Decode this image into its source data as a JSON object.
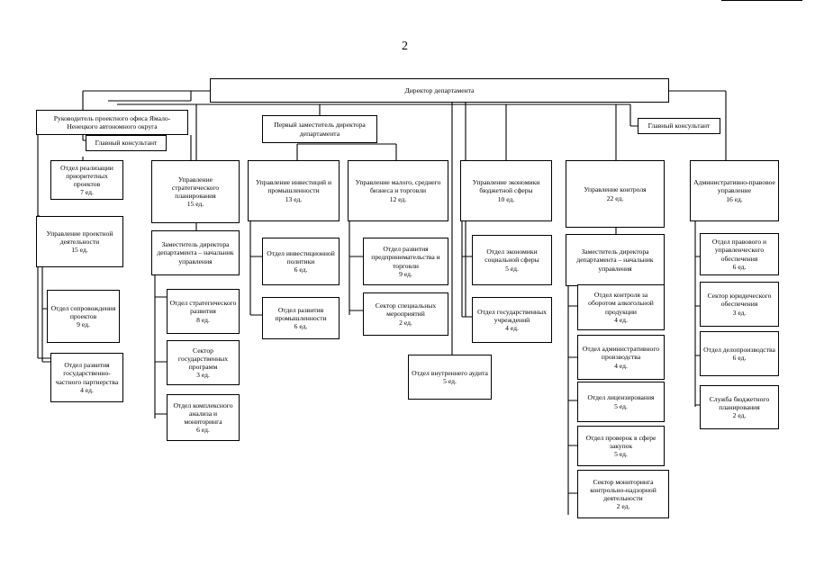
{
  "page_number": "2",
  "nodes": {
    "director": {
      "title": "Директор департамента",
      "staff": ""
    },
    "head_office": {
      "title": "Руководитель проектного офиса Ямало-Ненецкого автономного округа",
      "staff": ""
    },
    "consultant_left": {
      "title": "Главный консультант",
      "staff": ""
    },
    "first_deputy": {
      "title": "Первый заместитель директора департамента",
      "staff": ""
    },
    "consultant_main": {
      "title": "Главный консультант",
      "staff": ""
    },
    "otd_realiz": {
      "title": "Отдел реализации приоритетных проектов",
      "staff": "7 ед."
    },
    "upr_proekt": {
      "title": "Управление проектной деятельности",
      "staff": "15 ед."
    },
    "otd_soprov": {
      "title": "Отдел сопровождения проектов",
      "staff": "9 ед."
    },
    "otd_gchp": {
      "title": "Отдел развития государственно-частного партнерства",
      "staff": "4 ед."
    },
    "upr_strat": {
      "title": "Управление стратегического планирования",
      "staff": "15 ед."
    },
    "zam_strat": {
      "title": "Заместитель директора департамента – начальник управления",
      "staff": ""
    },
    "otd_strat": {
      "title": "Отдел стратегического развития",
      "staff": "8 ед."
    },
    "sek_gosprog": {
      "title": "Сектор государственных программ",
      "staff": "3 ед."
    },
    "otd_kompl": {
      "title": "Отдел комплексного анализа и мониторинга",
      "staff": "6 ед."
    },
    "upr_invest": {
      "title": "Управление инвестиций и промышленности",
      "staff": "13 ед."
    },
    "otd_invpol": {
      "title": "Отдел инвестиционной политики",
      "staff": "6 ед."
    },
    "otd_prom": {
      "title": "Отдел развития промышленности",
      "staff": "6 ед."
    },
    "upr_msb": {
      "title": "Управление малого, среднего бизнеса и торговли",
      "staff": "12 ед."
    },
    "otd_predpr": {
      "title": "Отдел развития предпринимательства и торговли",
      "staff": "9 ед."
    },
    "sek_spec": {
      "title": "Сектор специальных мероприятий",
      "staff": "2 ед."
    },
    "otd_audit": {
      "title": "Отдел внутреннего аудита",
      "staff": "5 ед."
    },
    "upr_ekon": {
      "title": "Управление экономики бюджетной сферы",
      "staff": "10 ед."
    },
    "otd_socsf": {
      "title": "Отдел экономики социальной сферы",
      "staff": "5 ед."
    },
    "otd_gosuchr": {
      "title": "Отдел государственных учреждений",
      "staff": "4 ед."
    },
    "upr_kontrol": {
      "title": "Управление контроля",
      "staff": "22 ед."
    },
    "zam_kontrol": {
      "title": "Заместитель директора департамента – начальник управления",
      "staff": ""
    },
    "otd_alk": {
      "title": "Отдел контроля за оборотом алкогольной продукции",
      "staff": "4 ед."
    },
    "otd_admpr": {
      "title": "Отдел административного производства",
      "staff": "4 ед."
    },
    "otd_lic": {
      "title": "Отдел лицензирования",
      "staff": "5 ед."
    },
    "otd_zak": {
      "title": "Отдел проверок в сфере закупок",
      "staff": "5 ед."
    },
    "sek_monit": {
      "title": "Сектор мониторинга контрольно-надзорной деятельности",
      "staff": "2 ед."
    },
    "upr_adm": {
      "title": "Административно-правовое управление",
      "staff": "16 ед."
    },
    "otd_prav": {
      "title": "Отдел правового и управленческого обеспечения",
      "staff": "6 ед."
    },
    "sek_jur": {
      "title": "Сектор юридического обеспечения",
      "staff": "3 ед."
    },
    "otd_delo": {
      "title": "Отдел делопроизводства",
      "staff": "6 ед."
    },
    "sl_budget": {
      "title": "Служба бюджетного планирования",
      "staff": "2 ед."
    }
  }
}
